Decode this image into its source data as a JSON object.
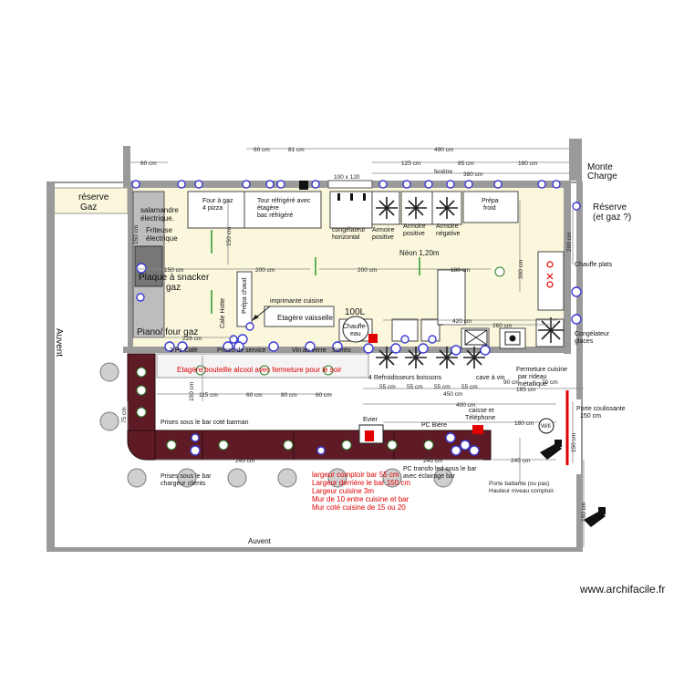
{
  "labels": {
    "reserve_gaz": [
      "réserve",
      "Gaz"
    ],
    "salamandre": [
      "salamandre",
      "électrique."
    ],
    "friteuse": [
      "Friteuse",
      "électrique"
    ],
    "plaque": [
      "Plaque à snacker",
      "gaz"
    ],
    "piano": "Piano/ four gaz",
    "four_gaz": [
      "Four à gaz",
      "4 pizza"
    ],
    "tour_refrigere": [
      "Tour réfrigéré avec",
      "étagère",
      "bac réfrigéré"
    ],
    "congelateur_h": [
      "congélateur",
      "horizontal"
    ],
    "armoire_pos1": [
      "Armoire",
      "positive"
    ],
    "armoire_pos2": [
      "Armoire",
      "positive"
    ],
    "armoire_neg": [
      "Armoire",
      "négative"
    ],
    "prepa_froid": [
      "Prépa",
      "froid"
    ],
    "neon": "Néon 1,20m",
    "prepa_chaud": "Prépa chaud",
    "cale_hotte": "Cale Hotte",
    "imprimante": "imprimante cuisine",
    "l100": "100L",
    "chauffe_eau": [
      "Chauffe-",
      "eau"
    ],
    "etagere_vaisselle": "Etagère vaisselle",
    "chauffe_plats": "Chauffe plats",
    "congelateur_glaces": [
      "Congélateur",
      "glaces"
    ],
    "monte_charge": [
      "Monte",
      "Charge"
    ],
    "reserve_gaz2": [
      "Réserve",
      "(et gaz ?)"
    ],
    "fenetre": "fenêtre",
    "pc_cafe": "3 Pc Café",
    "prises_service": "Prises de service",
    "vin_verre": "Vin au verre",
    "stereo": "Stéréo",
    "etagere_bouteille": "Etagère bouteille alcool avec fermeture pour le soir",
    "refroidisseurs": "4 Refroidisseurs boissons",
    "cave_vin": "cave à vin",
    "fermeture": [
      "Fermeture cuisine",
      "par rideau",
      "métallique"
    ],
    "porte_coulissante": [
      "Porte coulissante",
      "150 cm"
    ],
    "prises_barman": "Prises sous le bar coté barman",
    "evier": "Evier",
    "pc_biere": "PC Bière",
    "caisse": [
      "caisse et",
      "Téléphone"
    ],
    "wifi": "Wifi",
    "pc_transfo": [
      "PC transfo led sous le bar",
      "avec éclairage bar"
    ],
    "prises_clients": [
      "Prises sous le bar",
      "chargeur clients"
    ],
    "porte_battante": [
      "Porte battante (ou pas)",
      "Hauteur niveau comptoir."
    ],
    "auvent_left": "Auvent",
    "auvent_bottom": "Auvent",
    "notes_red": [
      "largeur comptoir bar 55 cm",
      "Largeur derrière le bar 150 cm",
      "Largeur cuisine 3m",
      "Mur de 10 entre cuisine et bar",
      "Mur coté cuisine de 15 ou 20"
    ],
    "watermark": "www.archifacile.fr"
  },
  "dims": {
    "d60a": "60 cm",
    "d60b": "60 cm",
    "d81": "81 cm",
    "d490": "490 cm",
    "d125": "125 cm",
    "d85": "85 cm",
    "d160": "160 cm",
    "d380": "380 cm",
    "d100x120": "100 x 120",
    "d150a": "150 cm",
    "d150b": "150 cm",
    "d150c": "150 cm",
    "d200a": "200 cm",
    "d200b": "200 cm",
    "d180a": "180 cm",
    "d300": "300 cm",
    "d200c": "200 cm",
    "d226": "226 cm",
    "d420": "420 cm",
    "d260": "260 cm",
    "d150d": "150 cm",
    "d115": "115 cm",
    "d60c": "60 cm",
    "d80": "80 cm",
    "d60d": "60 cm",
    "d55a": "55 cm",
    "d55b": "55 cm",
    "d55c": "55 cm",
    "d55d": "55 cm",
    "d90": "90 cm",
    "d70": "70 cm",
    "d165": "165 cm",
    "d450": "450 cm",
    "d400": "400 cm",
    "d180b": "180 cm",
    "d75": "75 cm",
    "d245a": "245 cm",
    "d245b": "245 cm",
    "d245c": "245 cm",
    "d150e": "150 cm",
    "d150f": "150 cm"
  },
  "colors": {
    "wall": "#9a9a9a",
    "kitchen_floor": "#fbf7dc",
    "bar": "#5e1b25",
    "outlet": "#3b3bd6",
    "dimension": "#888888",
    "accent_red": "#e00000",
    "hood": "#bdbdbd"
  }
}
